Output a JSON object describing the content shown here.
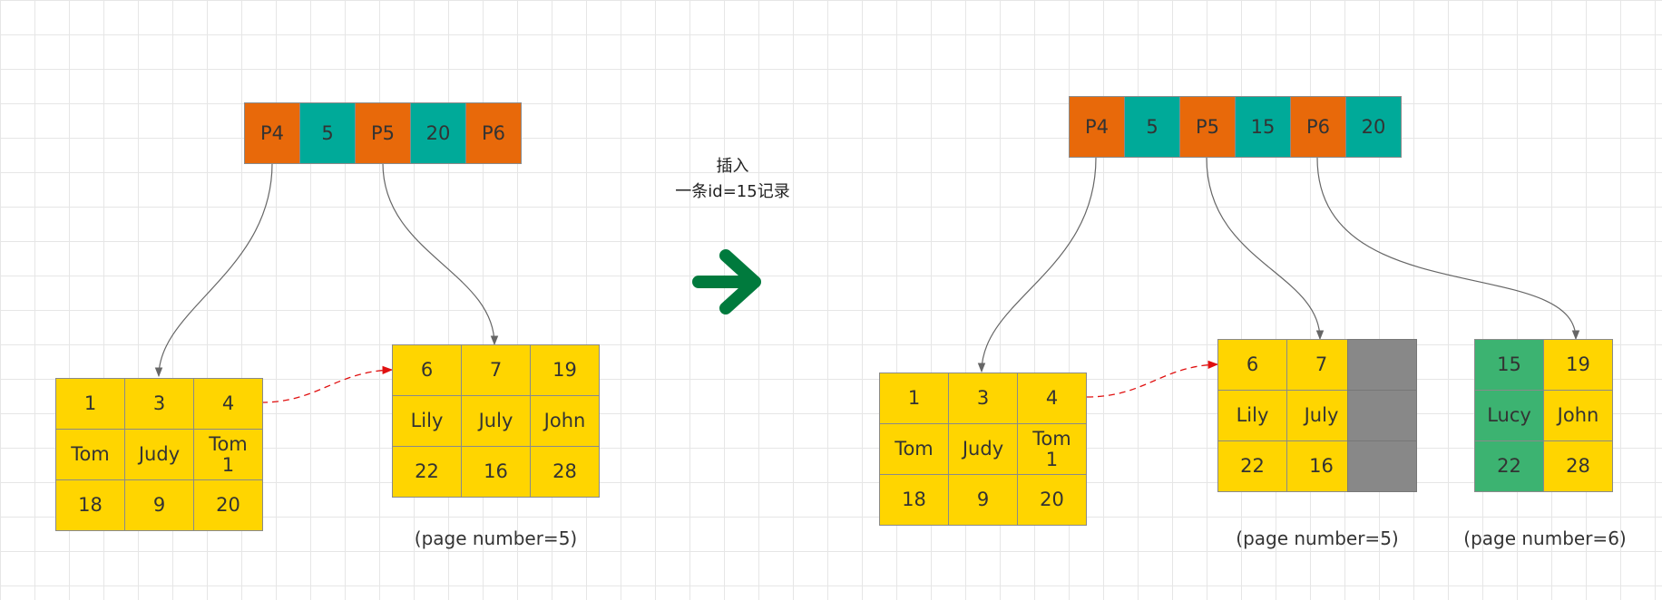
{
  "note": {
    "line1": "插入",
    "line2": "一条id=15记录"
  },
  "before": {
    "index": [
      "P4",
      "5",
      "P5",
      "20",
      "P6"
    ],
    "page_left": [
      [
        "1",
        "3",
        "4"
      ],
      [
        "Tom",
        "Judy",
        "Tom\n1"
      ],
      [
        "18",
        "9",
        "20"
      ]
    ],
    "page_right": [
      [
        "6",
        "7",
        "19"
      ],
      [
        "Lily",
        "July",
        "John"
      ],
      [
        "22",
        "16",
        "28"
      ]
    ],
    "caption": "(page number=5)"
  },
  "after": {
    "index": [
      "P4",
      "5",
      "P5",
      "15",
      "P6",
      "20"
    ],
    "page_left": [
      [
        "1",
        "3",
        "4"
      ],
      [
        "Tom",
        "Judy",
        "Tom\n1"
      ],
      [
        "18",
        "9",
        "20"
      ]
    ],
    "page_mid": [
      [
        "6",
        "7",
        ""
      ],
      [
        "Lily",
        "July",
        ""
      ],
      [
        "22",
        "16",
        ""
      ]
    ],
    "page_new": [
      [
        "15",
        "19"
      ],
      [
        "Lucy",
        "John"
      ],
      [
        "22",
        "28"
      ]
    ],
    "caption_mid": "(page number=5)",
    "caption_new": "(page number=6)"
  },
  "colors": {
    "pointer": "#e8690a",
    "key": "#00aa99",
    "row": "#ffd500",
    "new_row": "#3cb371",
    "freed": "#888888",
    "arrow": "#007a3d",
    "link": "#e01010"
  }
}
